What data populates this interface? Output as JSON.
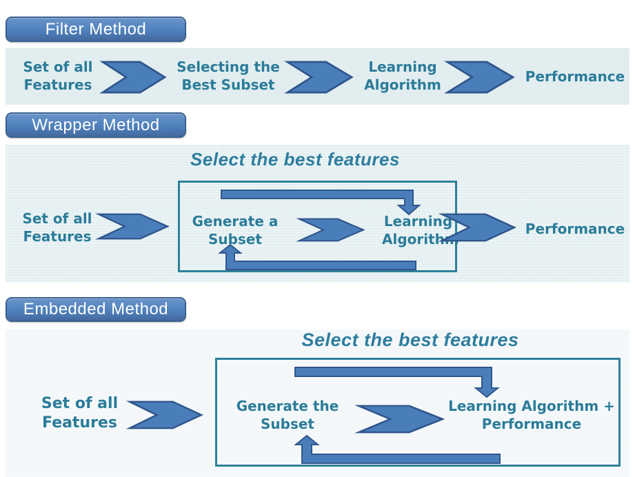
{
  "colors": {
    "arrow_fill": "#4A7EBB",
    "arrow_border": "#30568C",
    "label_teal": "#2B7C99",
    "title_teal": "#2E7D9E",
    "box_border": "#2E8099",
    "button_fill": "#4F81BD",
    "button_border": "#3A6191",
    "button_text": "#FFFFFF",
    "filter_band_bg": "#E2EDF0",
    "wrapper_panel_bg": "#E7F1F3",
    "embedded_panel_bg": "#F3F7F9"
  },
  "filter": {
    "button": "Filter Method",
    "steps": [
      "Set of all\nFeatures",
      "Selecting the\nBest Subset",
      "Learning\nAlgorithm",
      "Performance"
    ]
  },
  "wrapper": {
    "button": "Wrapper Method",
    "title": "Select the best features",
    "input": "Set of all\nFeatures",
    "generate": "Generate a\nSubset",
    "learning": "Learning\nAlgorithm",
    "output": "Performance"
  },
  "embedded": {
    "button": "Embedded Method",
    "title": "Select the best features",
    "input": "Set of all\nFeatures",
    "generate": "Generate the\nSubset",
    "learning": "Learning Algorithm +\nPerformance"
  }
}
